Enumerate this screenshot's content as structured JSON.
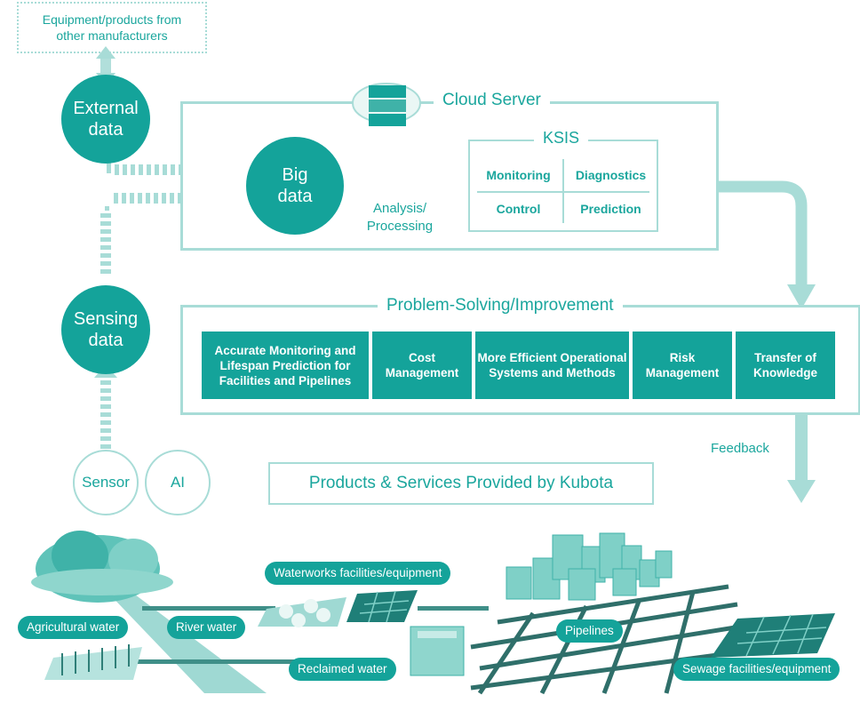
{
  "top_box": "Equipment/products from other manufacturers",
  "external_data": "External data",
  "sensing_data": "Sensing data",
  "big_data": "Big data",
  "cloud_server": "Cloud Server",
  "analysis": "Analysis/ Processing",
  "ksis": {
    "title": "KSIS",
    "cells": [
      "Monitoring",
      "Diagnostics",
      "Control",
      "Prediction"
    ]
  },
  "problem_solving": {
    "title": "Problem-Solving/Improvement",
    "items": [
      "Accurate Monitoring and Lifespan Prediction for Facilities and Pipelines",
      "Cost Management",
      "More Efficient Operational Systems and Methods",
      "Risk Management",
      "Transfer of Knowledge"
    ]
  },
  "feedback": "Feedback",
  "sensor": "Sensor",
  "ai": "AI",
  "products_title": "Products & Services Provided by Kubota",
  "labels": {
    "waterworks": "Waterworks facilities/equipment",
    "agricultural": "Agricultural water",
    "river": "River water",
    "pipelines": "Pipelines",
    "reclaimed": "Reclaimed water",
    "sewage": "Sewage facilities/equipment"
  },
  "colors": {
    "teal": "#14a39a",
    "light_teal": "#a8dcd7",
    "pale": "#eaf7f5"
  }
}
